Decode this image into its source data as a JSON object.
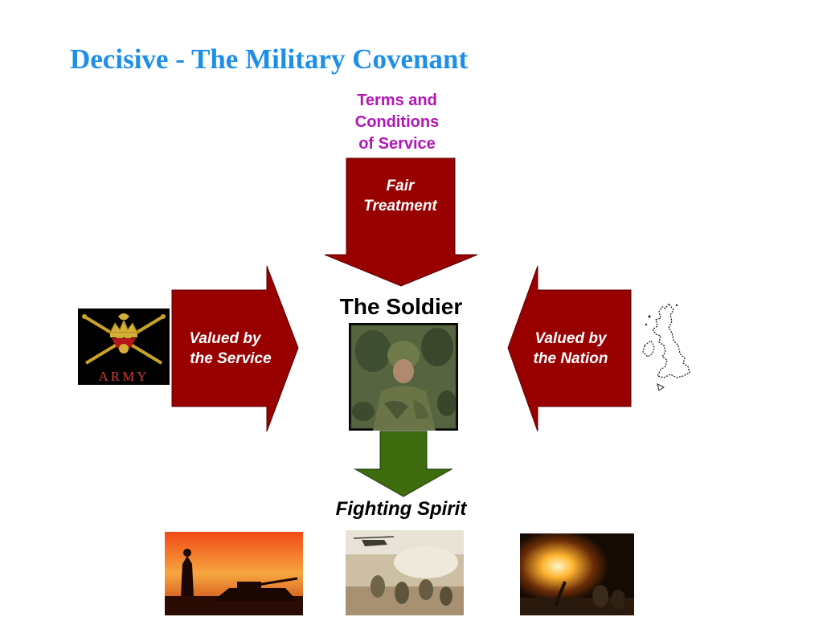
{
  "slide": {
    "title": "Decisive - The Military Covenant"
  },
  "terms": {
    "line1": "Terms and",
    "line2": "Conditions",
    "line3": "of Service"
  },
  "arrows": {
    "top": {
      "line1": "Fair",
      "line2": "Treatment",
      "color": "#990000"
    },
    "left": {
      "line1": "Valued by",
      "line2": "the Service",
      "color": "#990000"
    },
    "right": {
      "line1": "Valued by",
      "line2": "the Nation",
      "color": "#990000"
    },
    "bottom": {
      "color": "#3d6b0e"
    }
  },
  "center": {
    "label": "The Soldier"
  },
  "outcome": {
    "label": "Fighting Spirit"
  },
  "logo": {
    "text": "ARMY"
  },
  "colors": {
    "title": "#1e8fe6",
    "terms": "#b316b8"
  }
}
